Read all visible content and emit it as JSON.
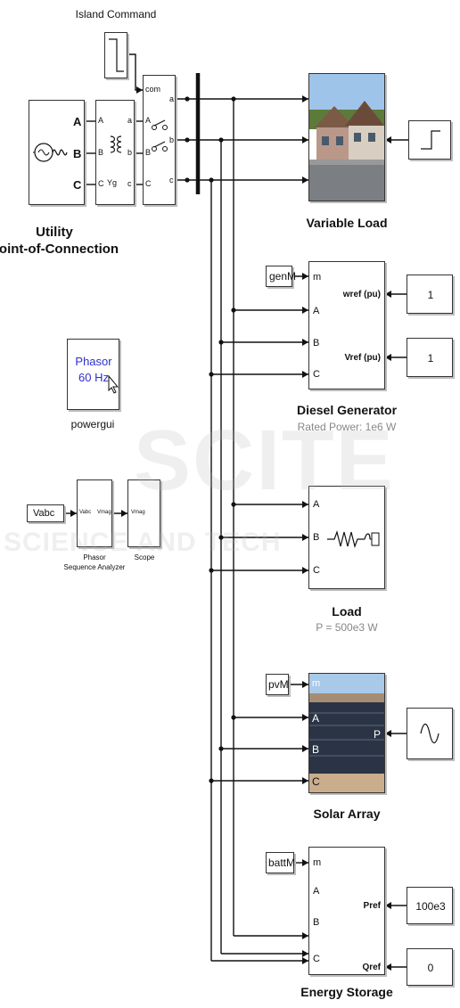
{
  "diagram": {
    "island_command": {
      "label": "Island Command"
    },
    "utility": {
      "title_line1": "Utility",
      "title_line2": "Point-of-Connection",
      "ports": [
        "A",
        "B",
        "C"
      ]
    },
    "transformer": {
      "ports_left": [
        "A",
        "B",
        "C"
      ],
      "ports_right": [
        "a",
        "b",
        "c"
      ],
      "symbol": "Yg"
    },
    "breaker": {
      "ports_left": [
        "com",
        "A",
        "B",
        "C"
      ],
      "ports_right": [
        "a",
        "b",
        "c"
      ]
    },
    "variable_load": {
      "title": "Variable Load"
    },
    "diesel": {
      "tag": "genM",
      "title": "Diesel Generator",
      "subtitle": "Rated Power: 1e6 W",
      "ports_left": [
        "m",
        "A",
        "B",
        "C"
      ],
      "port_wref": "wref (pu)",
      "port_vref": "Vref (pu)",
      "wref_const": "1",
      "vref_const": "1"
    },
    "powergui": {
      "line1": "Phasor",
      "line2": "60 Hz",
      "label": "powergui"
    },
    "vabc_tag": "Vabc",
    "seq_analyzer": {
      "in_port": "Vabc",
      "out_port": "Vmag",
      "label_line1": "Phasor",
      "label_line2": "Sequence Analyzer"
    },
    "scope": {
      "in_port": "Vmag",
      "label": "Scope"
    },
    "load": {
      "title": "Load",
      "subtitle": "P = 500e3 W",
      "ports": [
        "A",
        "B",
        "C"
      ]
    },
    "solar": {
      "tag": "pvM",
      "title": "Solar Array",
      "ports_left": [
        "m",
        "A",
        "B",
        "C"
      ],
      "port_p": "P"
    },
    "storage": {
      "tag": "battM",
      "title": "Energy Storage",
      "ports_left": [
        "m",
        "A",
        "B",
        "C"
      ],
      "port_pref": "Pref",
      "port_qref": "Qref",
      "pref_const": "100e3",
      "qref_const": "0"
    },
    "watermark": {
      "line1": "SCITE",
      "line2": "SCIENCE AND TECH"
    }
  }
}
